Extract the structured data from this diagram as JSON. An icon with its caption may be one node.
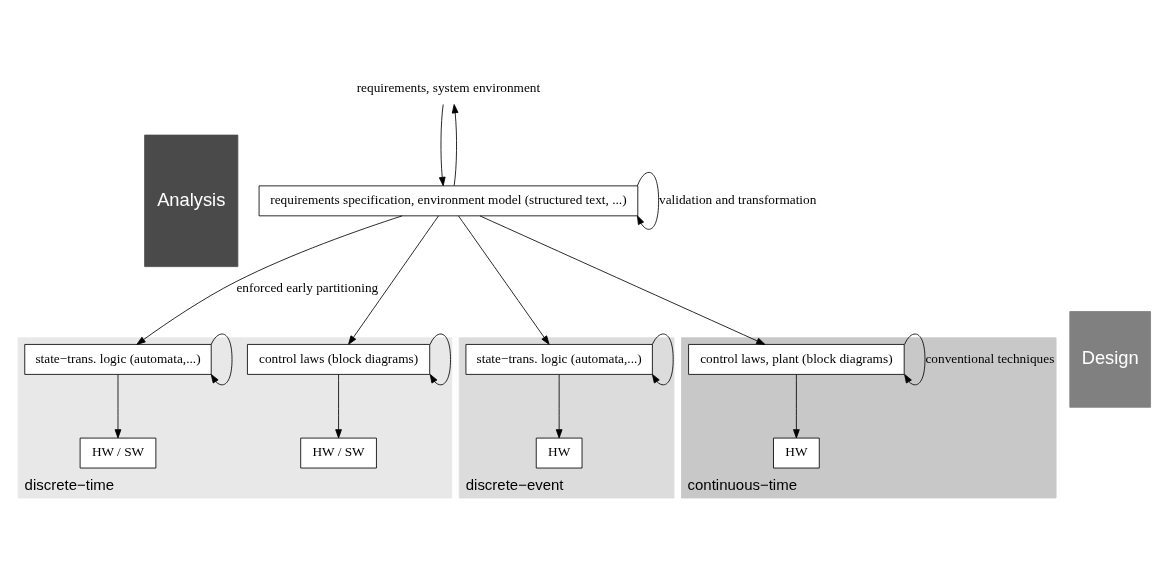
{
  "diagram": {
    "nodes": [
      {
        "text": [
          "Analysis"
        ]
      },
      {
        "text": [
          "requirements, system environment"
        ]
      },
      {
        "text": [
          "requirements specification, environment model (structured text, ...)"
        ]
      },
      {
        "text": [
          "Design"
        ]
      },
      {
        "text": [
          "discrete−time"
        ]
      },
      {
        "text": [
          "state−trans. logic (automata,...)"
        ],
        "in": 4
      },
      {
        "text": [
          "control laws (block diagrams)"
        ],
        "in": 4
      },
      {
        "text": [
          "HW / SW"
        ],
        "in": 4
      },
      {
        "text": [
          "HW / SW"
        ],
        "in": 4
      },
      {
        "text": [
          "discrete−event"
        ]
      },
      {
        "text": [
          "state−trans. logic (automata,...)"
        ],
        "in": 9
      },
      {
        "text": [
          "HW"
        ],
        "in": 9
      },
      {
        "text": [
          "continuous−time"
        ]
      },
      {
        "text": [
          "control laws, plant (block diagrams)"
        ],
        "in": 12
      },
      {
        "text": [
          "HW"
        ],
        "in": 12
      }
    ],
    "edges": [
      {
        "from": 1,
        "to": 2,
        "arrow": "to"
      },
      {
        "from": 2,
        "to": 1,
        "arrow": "to"
      },
      {
        "from": 2,
        "to": 2,
        "arrow": "to",
        "label": "validation and transformation"
      },
      {
        "from": 2,
        "to": 5,
        "arrow": "to",
        "label": "enforced early partitioning"
      },
      {
        "from": 2,
        "to": 6,
        "arrow": "to"
      },
      {
        "from": 2,
        "to": 10,
        "arrow": "to"
      },
      {
        "from": 2,
        "to": 13,
        "arrow": "to"
      },
      {
        "from": 5,
        "to": 5,
        "arrow": "to"
      },
      {
        "from": 6,
        "to": 6,
        "arrow": "to"
      },
      {
        "from": 10,
        "to": 10,
        "arrow": "to"
      },
      {
        "from": 13,
        "to": 13,
        "arrow": "to",
        "label": "conventional techniques"
      },
      {
        "from": 5,
        "to": 7,
        "arrow": "to"
      },
      {
        "from": 6,
        "to": 8,
        "arrow": "to"
      },
      {
        "from": 10,
        "to": 11,
        "arrow": "to"
      },
      {
        "from": 13,
        "to": 14,
        "arrow": "to"
      }
    ]
  }
}
